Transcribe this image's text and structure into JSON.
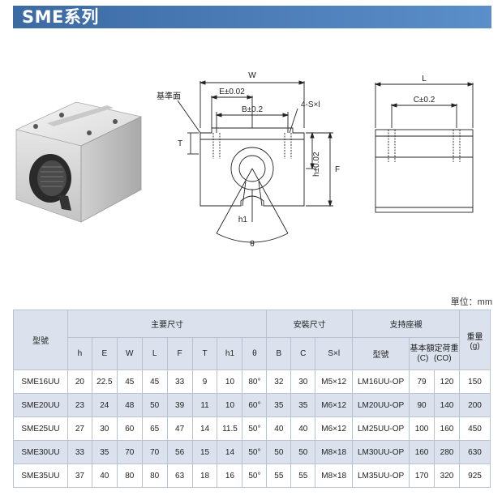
{
  "title": "SME系列",
  "unit_label": "單位：mm",
  "drawing": {
    "front": {
      "W": "W",
      "E": "E±0.02",
      "B": "B±0.2",
      "ref_face": "基準面",
      "holes": "4-S×l",
      "T": "T",
      "h": "h±0.02",
      "F": "F",
      "h1": "h1",
      "theta": "θ"
    },
    "side": {
      "L": "L",
      "C": "C±0.2"
    }
  },
  "table": {
    "model_header": "型號",
    "main_dims_header": "主要尺寸",
    "mount_dims_header": "安裝尺寸",
    "bearing_header": "支持座襯",
    "weight_header": "重量",
    "weight_unit": "(g)",
    "main_cols": [
      "h",
      "E",
      "W",
      "L",
      "F",
      "T",
      "h1",
      "θ"
    ],
    "mount_cols": [
      "B",
      "C",
      "S×l"
    ],
    "bearing_model_header": "型號",
    "load_header": "基本額定荷重",
    "load_c": "(C)",
    "load_co": "(CO)",
    "rows": [
      [
        "SME16UU",
        "20",
        "22.5",
        "45",
        "45",
        "33",
        "9",
        "10",
        "80°",
        "32",
        "30",
        "M5×12",
        "LM16UU-OP",
        "79",
        "120",
        "150"
      ],
      [
        "SME20UU",
        "23",
        "24",
        "48",
        "50",
        "39",
        "11",
        "10",
        "60°",
        "35",
        "35",
        "M6×12",
        "LM20UU-OP",
        "90",
        "140",
        "200"
      ],
      [
        "SME25UU",
        "27",
        "30",
        "60",
        "65",
        "47",
        "14",
        "11.5",
        "50°",
        "40",
        "40",
        "M6×12",
        "LM25UU-OP",
        "100",
        "160",
        "450"
      ],
      [
        "SME30UU",
        "33",
        "35",
        "70",
        "70",
        "56",
        "15",
        "14",
        "50°",
        "50",
        "50",
        "M8×18",
        "LM30UU-OP",
        "160",
        "280",
        "630"
      ],
      [
        "SME35UU",
        "37",
        "40",
        "80",
        "80",
        "63",
        "18",
        "16",
        "50°",
        "55",
        "55",
        "M8×18",
        "LM35UU-OP",
        "170",
        "320",
        "925"
      ]
    ]
  }
}
